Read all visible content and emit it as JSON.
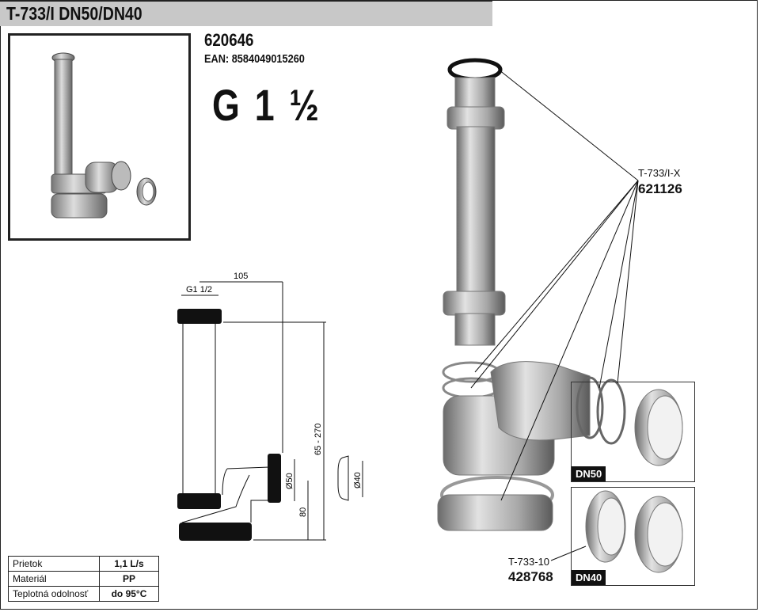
{
  "header": {
    "title": "T-733/I DN50/DN40"
  },
  "product": {
    "code": "620646",
    "ean": "EAN: 8584049015260",
    "thread": "G 1",
    "thread_fraction": "½"
  },
  "drawing": {
    "dim_width": "105",
    "dim_thread": "G1 1/2",
    "dim_height_range": "65 - 270",
    "dim_outlet": "Ø50",
    "dim_outlet_height": "80",
    "dim_adapter": "Ø40"
  },
  "parts": {
    "seal_set": {
      "name": "T-733/I-X",
      "code": "621126"
    },
    "adapter": {
      "name": "T-733-10",
      "code": "428768"
    },
    "dn50_label": "DN50",
    "dn40_label": "DN40"
  },
  "specs": [
    {
      "label": "Prietok",
      "value": "1,1 L/s"
    },
    {
      "label": "Materiál",
      "value": "PP"
    },
    {
      "label": "Teplotná odolnosť",
      "value": "do 95°C"
    }
  ]
}
